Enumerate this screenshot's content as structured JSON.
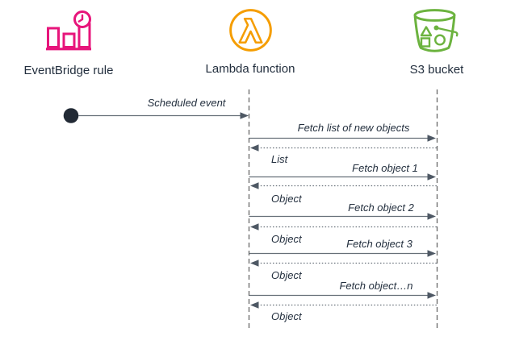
{
  "header": {
    "actors": [
      {
        "label": "EventBridge rule",
        "icon": "eventbridge-rule-icon",
        "color": "#E7157B"
      },
      {
        "label": "Lambda function",
        "icon": "lambda-function-icon",
        "color": "#F59D00"
      },
      {
        "label": "S3 bucket",
        "icon": "s3-bucket-icon",
        "color": "#6CB33F"
      }
    ]
  },
  "sequence": {
    "start": {
      "label": "Scheduled event",
      "from": "EventBridge rule",
      "to": "Lambda function"
    },
    "calls": [
      {
        "request": "Fetch list of new objects",
        "response": "List"
      },
      {
        "request": "Fetch object 1",
        "response": "Object"
      },
      {
        "request": "Fetch object 2",
        "response": "Object"
      },
      {
        "request": "Fetch object 3",
        "response": "Object"
      },
      {
        "request": "Fetch object…n",
        "response": "Object"
      }
    ]
  },
  "colors": {
    "text": "#232F3E",
    "line": "#666F78",
    "arrow_head": "#4E5864",
    "start_node": "#222A35",
    "eventbridge_pink": "#E7157B",
    "lambda_orange": "#F59D00",
    "s3_green": "#6CB33F"
  }
}
